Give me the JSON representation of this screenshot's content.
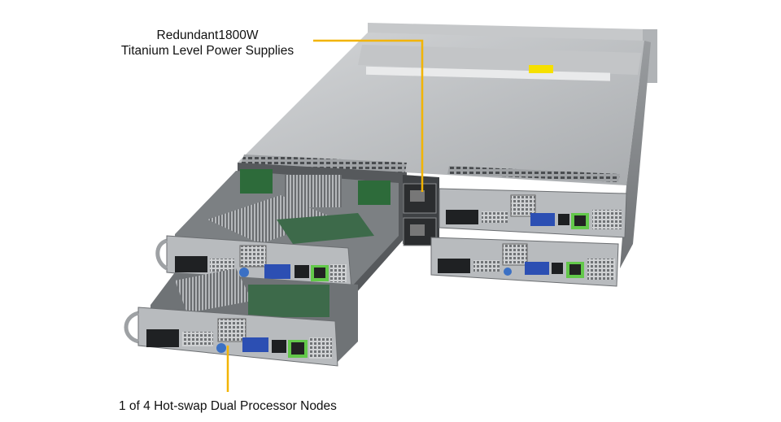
{
  "callouts": {
    "psu_line1": "Redundant1800W",
    "psu_line2": "Titanium Level Power Supplies",
    "node": "1 of 4 Hot-swap Dual Processor Nodes"
  },
  "colors": {
    "leader_line": "#f2b400",
    "chassis_top": "#b9bcbf",
    "chassis_dark": "#8a8d90",
    "vga_blue": "#2c4fb3",
    "lan_green": "#63c84a"
  }
}
